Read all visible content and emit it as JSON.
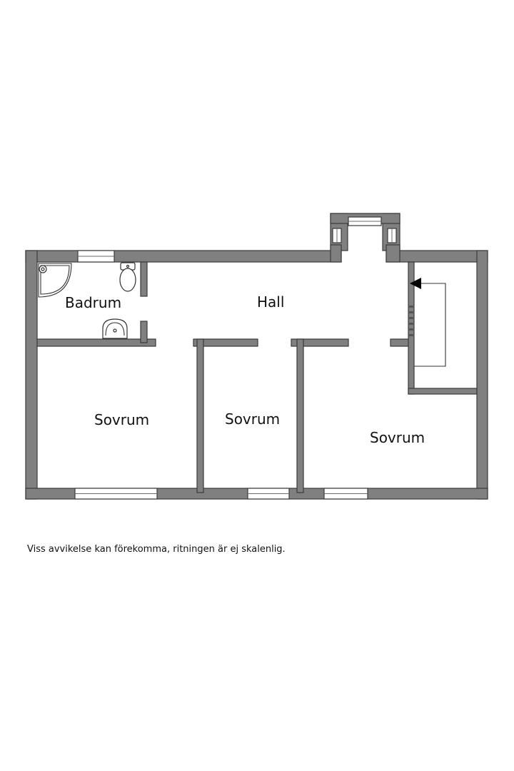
{
  "rooms": {
    "badrum": "Badrum",
    "hall": "Hall",
    "sovrum_1": "Sovrum",
    "sovrum_2": "Sovrum",
    "sovrum_3": "Sovrum"
  },
  "disclaimer": "Viss avvikelse kan förekomma, ritningen är ej skalenlig.",
  "colors": {
    "wall": "#808080",
    "outline": "#3a3a3a",
    "background": "#ffffff"
  }
}
